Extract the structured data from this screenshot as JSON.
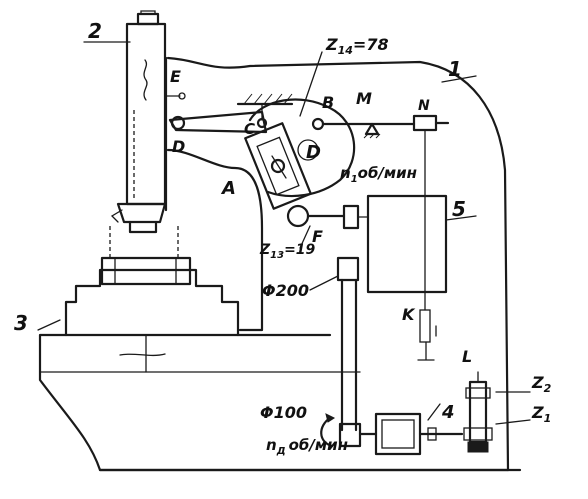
{
  "labels": {
    "l_2": "2",
    "l_1": "1",
    "l_z14": "Z",
    "l_z14_sub": "14",
    "l_z14_val": "=78",
    "l_E": "E",
    "l_B": "B",
    "l_M": "M",
    "l_N": "N",
    "l_C": "C",
    "l_D_link": "D",
    "l_D_gear": "D",
    "l_n1": "n",
    "l_n1_sub": "1",
    "l_n1_unit": "об/мин",
    "l_A": "A",
    "l_F": "F",
    "l_z13": "Z",
    "l_z13_sub": "13",
    "l_z13_val": "=19",
    "l_5": "5",
    "l_phi200": "Φ200",
    "l_3": "3",
    "l_K": "K",
    "l_L": "L",
    "l_z2": "Z",
    "l_z2_sub": "2",
    "l_z1": "Z",
    "l_z1_sub": "1",
    "l_phi100": "Φ100",
    "l_4": "4",
    "l_n0": "n",
    "l_n0_sub": "Д",
    "l_n0_unit": "об/мин"
  },
  "colors": {
    "ink": "#1a1a1a",
    "paper": "#ffffff"
  }
}
